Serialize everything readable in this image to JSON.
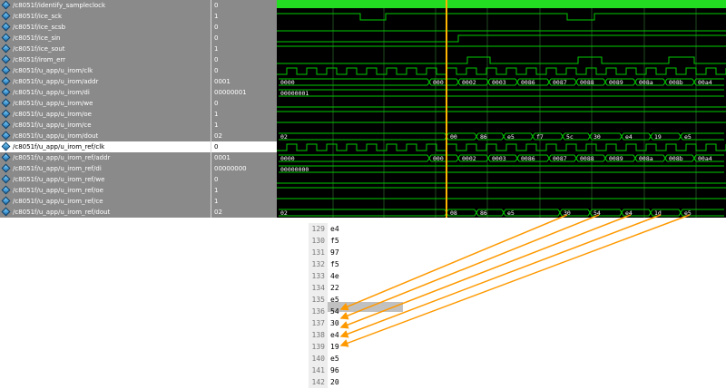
{
  "signals": [
    {
      "name": "/c8051f/identify_sampleclock",
      "value": "0"
    },
    {
      "name": "/c8051f/ice_sck",
      "value": "1"
    },
    {
      "name": "/c8051f/ice_scsb",
      "value": "0"
    },
    {
      "name": "/c8051f/ice_sin",
      "value": "0"
    },
    {
      "name": "/c8051f/ice_sout",
      "value": "1"
    },
    {
      "name": "/c8051f/irom_err",
      "value": "0"
    },
    {
      "name": "/c8051f/u_app/u_irom/clk",
      "value": "0"
    },
    {
      "name": "/c8051f/u_app/u_irom/addr",
      "value": "0001"
    },
    {
      "name": "/c8051f/u_app/u_irom/di",
      "value": "00000001"
    },
    {
      "name": "/c8051f/u_app/u_irom/we",
      "value": "0"
    },
    {
      "name": "/c8051f/u_app/u_irom/oe",
      "value": "1"
    },
    {
      "name": "/c8051f/u_app/u_irom/ce",
      "value": "1"
    },
    {
      "name": "/c8051f/u_app/u_irom/dout",
      "value": "02"
    },
    {
      "name": "/c8051f/u_app/u_irom_ref/clk",
      "value": "0"
    },
    {
      "name": "/c8051f/u_app/u_irom_ref/addr",
      "value": "0001"
    },
    {
      "name": "/c8051f/u_app/u_irom_ref/di",
      "value": "00000000"
    },
    {
      "name": "/c8051f/u_app/u_irom_ref/we",
      "value": "0"
    },
    {
      "name": "/c8051f/u_app/u_irom_ref/oe",
      "value": "1"
    },
    {
      "name": "/c8051f/u_app/u_irom_ref/ce",
      "value": "1"
    },
    {
      "name": "/c8051f/u_app/u_irom_ref/dout",
      "value": "02"
    }
  ],
  "selected_signal": "/c8051f/u_app/u_irom_ref/clk",
  "wave_labels": {
    "addr": [
      "0000",
      "000",
      "0002",
      "0003",
      "0086",
      "0087",
      "0088",
      "0089",
      "008a",
      "008b",
      "00a4"
    ],
    "di": [
      "00000001"
    ],
    "dout": [
      "02",
      "00",
      "86",
      "e5",
      "f7",
      "5c",
      "30",
      "e4",
      "19",
      "e5"
    ],
    "ref_addr": [
      "0000",
      "000",
      "0002",
      "0003",
      "0086",
      "0087",
      "0088",
      "0089",
      "008a",
      "008b",
      "00a4"
    ],
    "ref_di": [
      "00000000"
    ],
    "ref_dout": [
      "02",
      "08",
      "86",
      "e5",
      "30",
      "54",
      "e4",
      "1d",
      "e5"
    ]
  },
  "memory": [
    {
      "line": "129",
      "value": "e4"
    },
    {
      "line": "130",
      "value": "f5"
    },
    {
      "line": "131",
      "value": "97"
    },
    {
      "line": "132",
      "value": "f5"
    },
    {
      "line": "133",
      "value": "4e"
    },
    {
      "line": "134",
      "value": "22"
    },
    {
      "line": "135",
      "value": "e5"
    },
    {
      "line": "136",
      "value": "54"
    },
    {
      "line": "137",
      "value": "30"
    },
    {
      "line": "138",
      "value": "e4"
    },
    {
      "line": "139",
      "value": "19"
    },
    {
      "line": "140",
      "value": "e5"
    },
    {
      "line": "141",
      "value": "96"
    },
    {
      "line": "142",
      "value": "20"
    }
  ],
  "colors": {
    "wave": "#00cc00",
    "cursor": "#ffb400",
    "arrow": "#ff9900",
    "grid": "#1f4f1f",
    "panel": "#8a8a8a"
  }
}
